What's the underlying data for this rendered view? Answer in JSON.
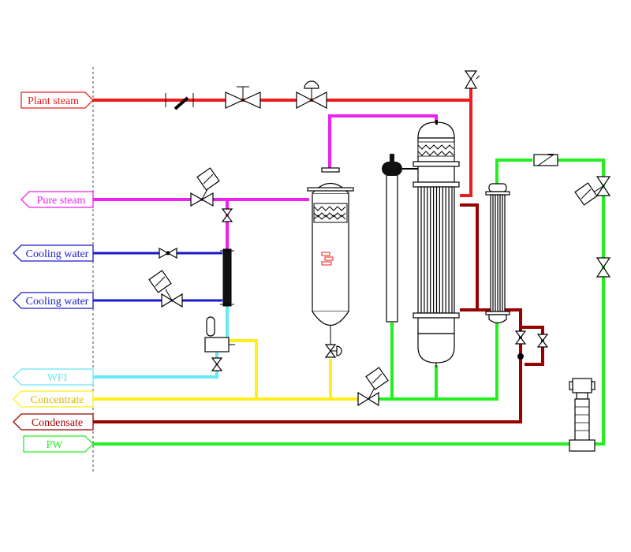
{
  "colors": {
    "plant_steam": "#ee1c1c",
    "pure_steam": "#ee22ee",
    "cooling_water": "#1a1acc",
    "wfi": "#66e8f5",
    "concentrate": "#ffee1a",
    "condensate": "#990000",
    "pw": "#22ee22"
  },
  "streams": [
    {
      "key": "plant_steam",
      "label": "Plant steam",
      "direction": "in"
    },
    {
      "key": "pure_steam",
      "label": "Pure steam",
      "direction": "out"
    },
    {
      "key": "cooling_water_1",
      "label": "Cooling water",
      "direction": "out"
    },
    {
      "key": "cooling_water_2",
      "label": "Cooling water",
      "direction": "out"
    },
    {
      "key": "wfi",
      "label": "WFI",
      "direction": "out"
    },
    {
      "key": "concentrate",
      "label": "Concentrate",
      "direction": "out"
    },
    {
      "key": "condensate",
      "label": "Condensate",
      "direction": "out"
    },
    {
      "key": "pw",
      "label": "PW",
      "direction": "in"
    }
  ],
  "icons": {
    "valve": "gate-valve-icon",
    "control_valve": "control-valve-icon",
    "check_valve": "check-valve-icon",
    "safety_valve": "safety-valve-icon",
    "trap": "steam-trap-icon",
    "pump": "pump-icon"
  }
}
